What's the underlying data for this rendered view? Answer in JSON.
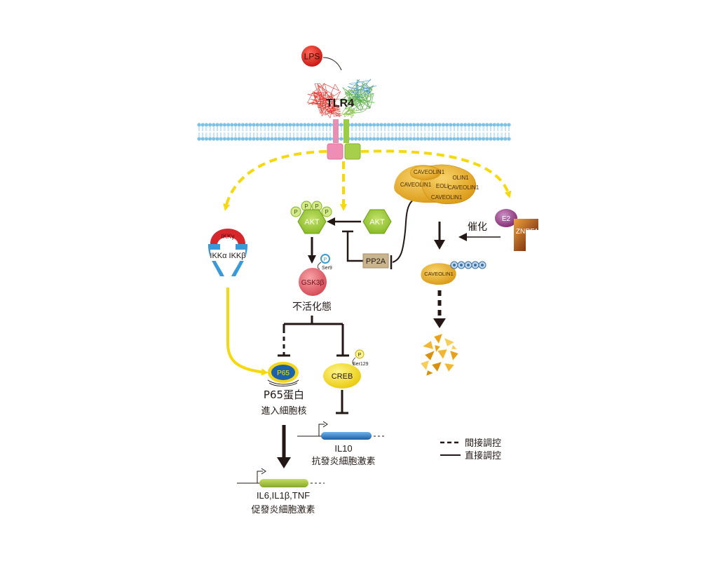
{
  "colors": {
    "pathway_yellow": "#F5D90A",
    "lps_red": "#E0201B",
    "akt_green": "#8FC31F",
    "hex_fill": "#A2D037",
    "gsk_pink": "#E86A74",
    "caveolin_gold": "#E6A81B",
    "p65_blue": "#1B63A8",
    "creb_yellow": "#F4E20B",
    "il10_blue": "#2F7FC8",
    "il6_green": "#A4C639",
    "pp2a_tan": "#C9B48E",
    "e2_purple": "#9B3F8C",
    "znrf_dark": "#7A1F0F",
    "membrane_blue": "#6BB7E0",
    "ikk_red": "#D7262C",
    "ikk_blue": "#3A9AD9"
  },
  "labels": {
    "lps": "LPS",
    "tlr4": "TLR4",
    "ikk_gamma": "IKKγ",
    "ikk_alpha_beta": "IKKα IKKβ",
    "p_letter": "P",
    "akt_active": "AKT",
    "akt_free": "AKT",
    "pp2a": "PP2A",
    "ser9": "Ser9",
    "gsk3b": "GSK3β",
    "inactive_state": "不活化態",
    "caveolin": "CAVEOLIN1",
    "caveolin_fragment_a": "OLIN1",
    "caveolin_fragment_b": "EOLI",
    "e2": "E2",
    "znrf1": "ZNRF1",
    "catalysis": "催化",
    "p65": "P65",
    "creb": "CREB",
    "ser129": "Ser129",
    "p65_line1": "P65蛋白",
    "p65_line2": "進入細胞核",
    "il10": "IL10",
    "il10_desc": "抗發炎細胞激素",
    "il6": "IL6,IL1β,TNF",
    "il6_desc": "促發炎細胞激素",
    "legend_indirect": "間接調控",
    "legend_direct": "直接調控"
  }
}
